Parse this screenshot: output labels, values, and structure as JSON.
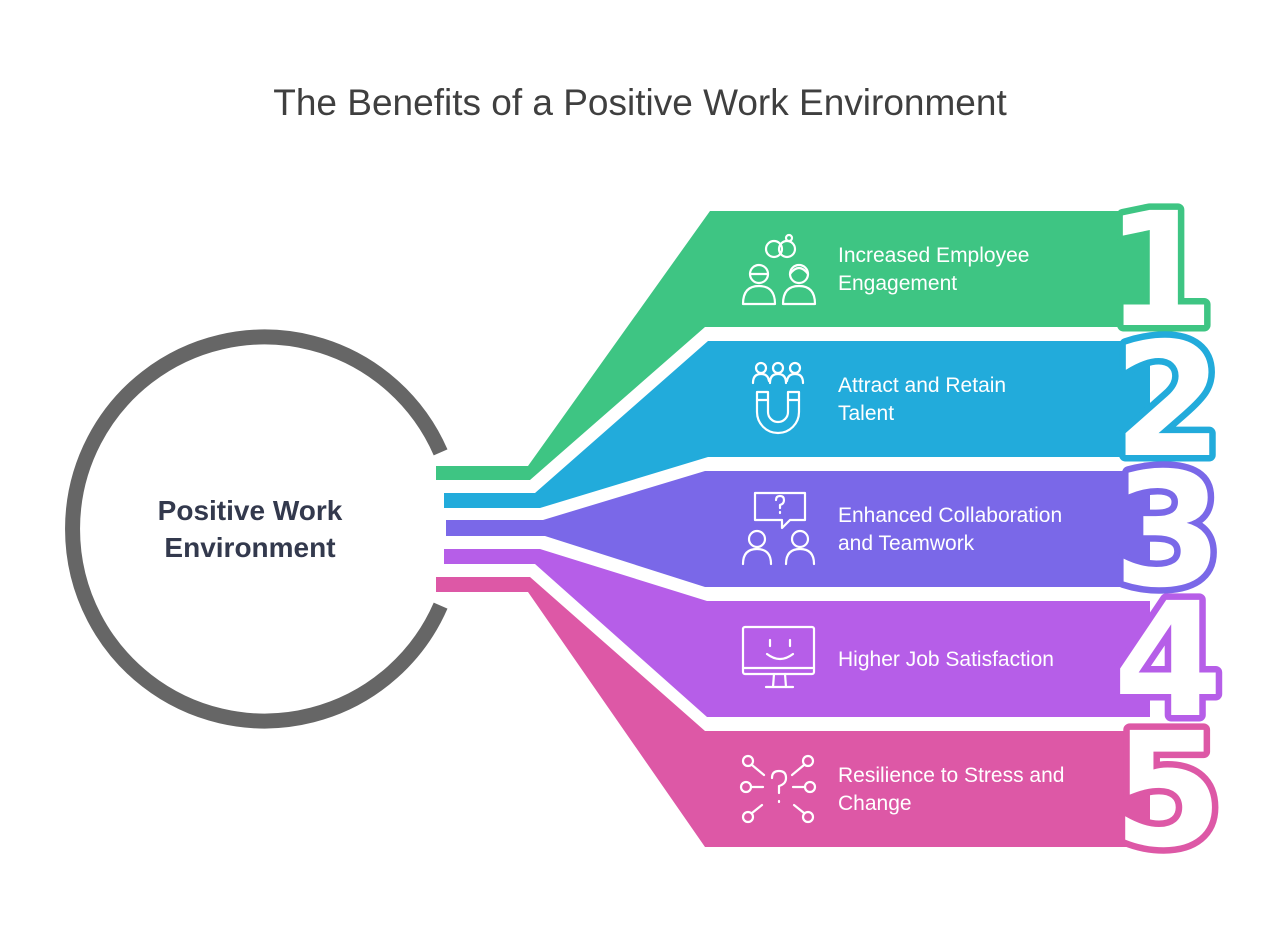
{
  "title": "The Benefits of a Positive Work Environment",
  "hub": {
    "line1": "Positive Work",
    "line2": "Environment",
    "ring_color": "#666666"
  },
  "items": [
    {
      "number": "1",
      "line1": "Increased Employee",
      "line2": "Engagement",
      "icon": "engaged-people-icon",
      "color": "#3ec583"
    },
    {
      "number": "2",
      "line1": "Attract and Retain",
      "line2": "Talent",
      "icon": "talent-magnet-icon",
      "color": "#22abdb"
    },
    {
      "number": "3",
      "line1": "Enhanced Collaboration",
      "line2": "and Teamwork",
      "icon": "collaboration-icon",
      "color": "#7a68e8"
    },
    {
      "number": "4",
      "line1": "Higher Job Satisfaction",
      "line2": "",
      "icon": "smiling-monitor-icon",
      "color": "#b65ee8"
    },
    {
      "number": "5",
      "line1": "Resilience to Stress and",
      "line2": "Change",
      "icon": "resilience-network-icon",
      "color": "#dd58a6"
    }
  ]
}
